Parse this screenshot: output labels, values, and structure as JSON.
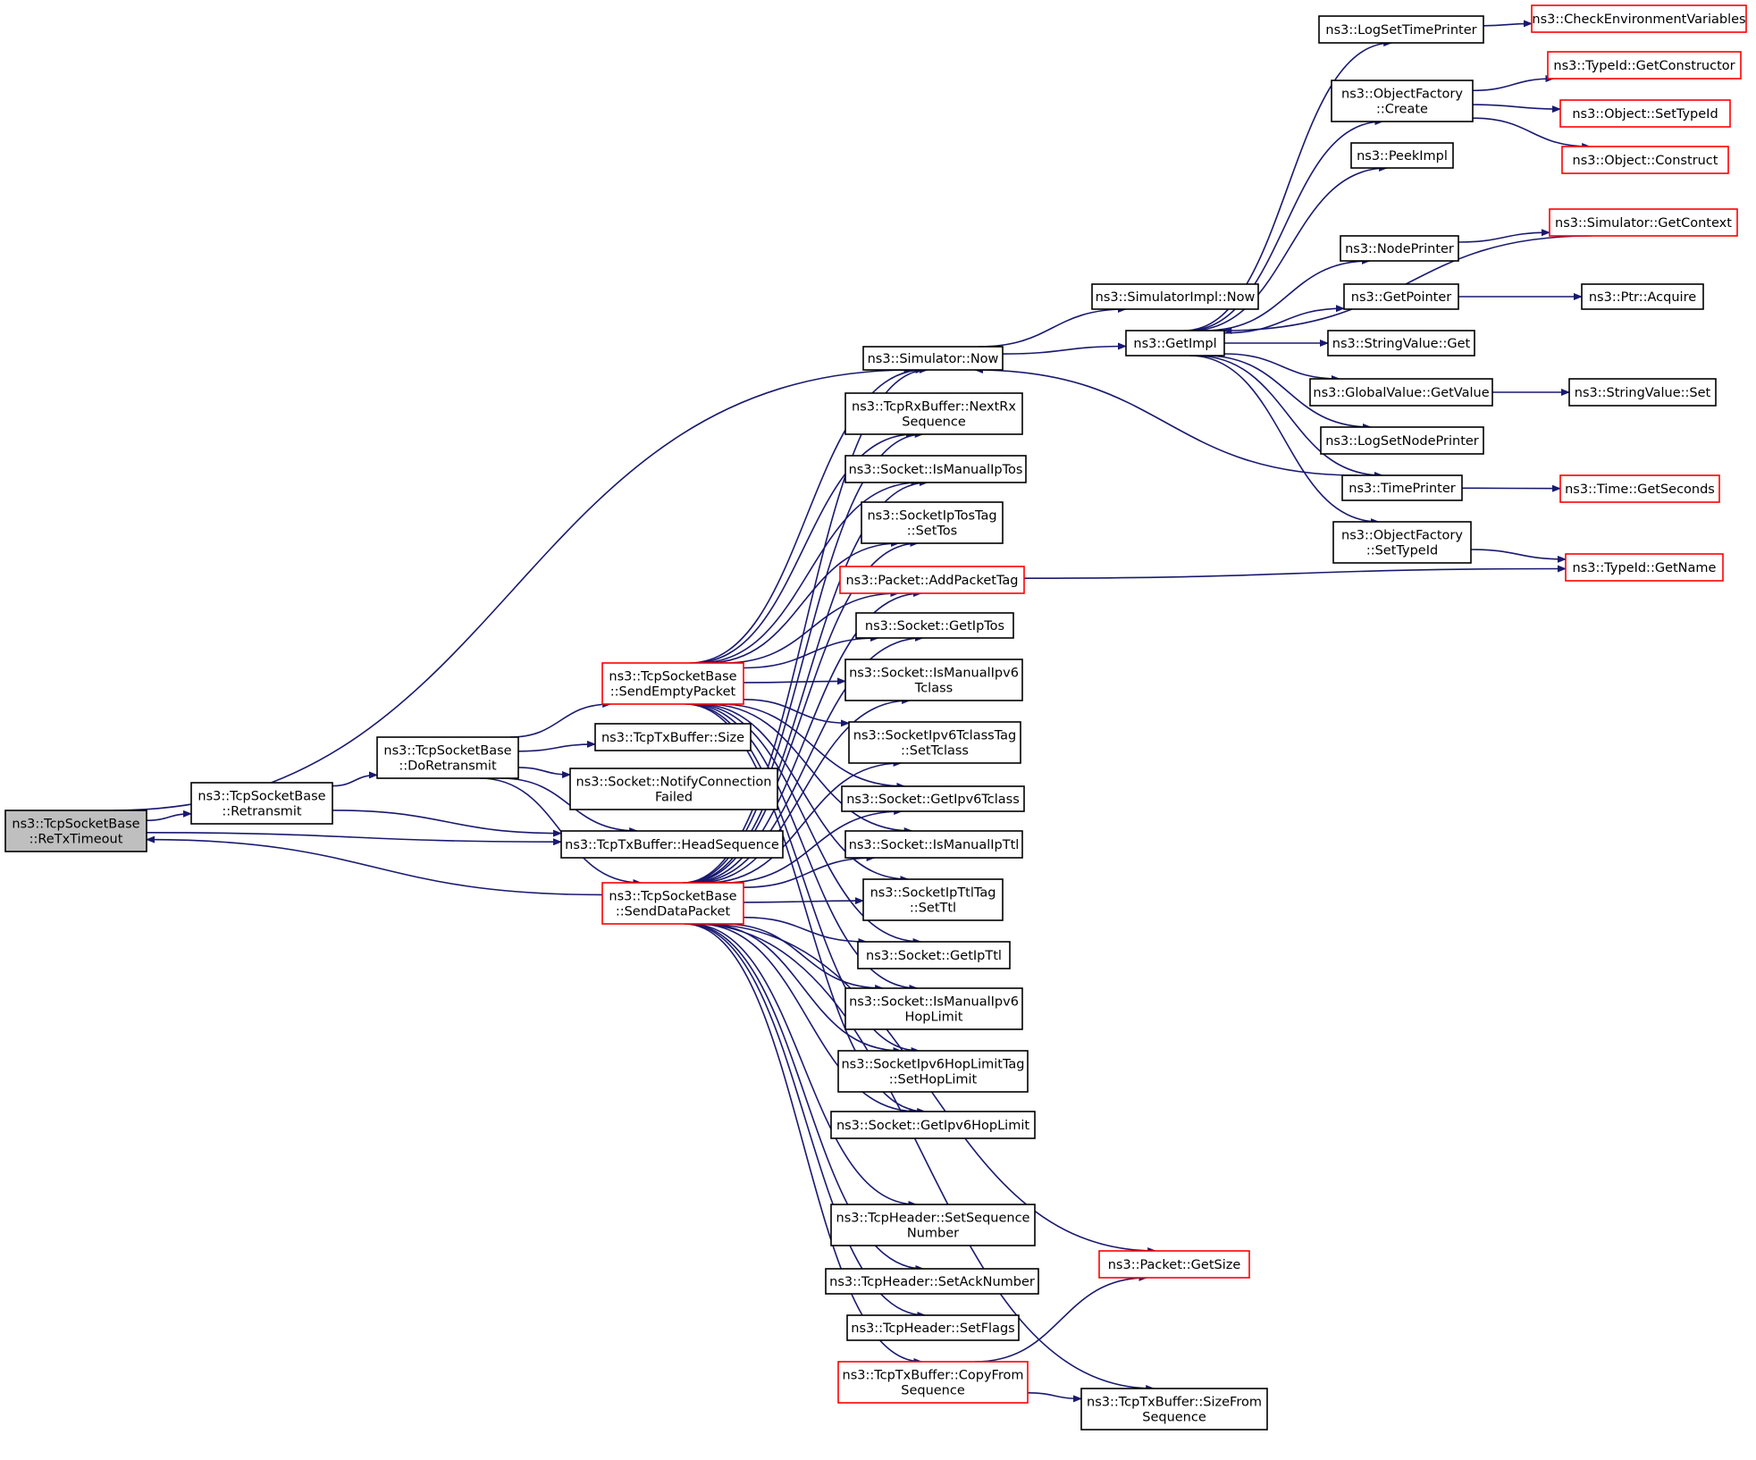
{
  "colors": {
    "edge": "#191970",
    "documented_border": "#000000",
    "undocumented_border": "#ff0000",
    "root_fill": "#bfbfbf"
  },
  "nodes": {
    "retx_timeout": {
      "lines": [
        "ns3::TcpSocketBase",
        "::ReTxTimeout"
      ],
      "style": "root"
    },
    "retransmit": {
      "lines": [
        "ns3::TcpSocketBase",
        "::Retransmit"
      ],
      "style": "normal"
    },
    "do_retransmit": {
      "lines": [
        "ns3::TcpSocketBase",
        "::DoRetransmit"
      ],
      "style": "normal"
    },
    "send_empty_packet": {
      "lines": [
        "ns3::TcpSocketBase",
        "::SendEmptyPacket"
      ],
      "style": "undoc"
    },
    "send_data_packet": {
      "lines": [
        "ns3::TcpSocketBase",
        "::SendDataPacket"
      ],
      "style": "undoc"
    },
    "txbuffer_size": {
      "lines": [
        "ns3::TcpTxBuffer::Size"
      ],
      "style": "normal"
    },
    "notify_connection_failed": {
      "lines": [
        "ns3::Socket::NotifyConnection",
        "Failed"
      ],
      "style": "normal"
    },
    "head_sequence": {
      "lines": [
        "ns3::TcpTxBuffer::HeadSequence"
      ],
      "style": "normal"
    },
    "simulator_now": {
      "lines": [
        "ns3::Simulator::Now"
      ],
      "style": "normal"
    },
    "rxbuffer_nextrx": {
      "lines": [
        "ns3::TcpRxBuffer::NextRx",
        "Sequence"
      ],
      "style": "normal"
    },
    "is_manual_iptos": {
      "lines": [
        "ns3::Socket::IsManualIpTos"
      ],
      "style": "normal"
    },
    "iptostag_settos": {
      "lines": [
        "ns3::SocketIpTosTag",
        "::SetTos"
      ],
      "style": "normal"
    },
    "add_packet_tag": {
      "lines": [
        "ns3::Packet::AddPacketTag"
      ],
      "style": "undoc"
    },
    "get_iptos": {
      "lines": [
        "ns3::Socket::GetIpTos"
      ],
      "style": "normal"
    },
    "is_manual_ipv6tclass": {
      "lines": [
        "ns3::Socket::IsManualIpv6",
        "Tclass"
      ],
      "style": "normal"
    },
    "ipv6tclasstag_settclass": {
      "lines": [
        "ns3::SocketIpv6TclassTag",
        "::SetTclass"
      ],
      "style": "normal"
    },
    "get_ipv6tclass": {
      "lines": [
        "ns3::Socket::GetIpv6Tclass"
      ],
      "style": "normal"
    },
    "is_manual_ipttl": {
      "lines": [
        "ns3::Socket::IsManualIpTtl"
      ],
      "style": "normal"
    },
    "ipttltag_setttl": {
      "lines": [
        "ns3::SocketIpTtlTag",
        "::SetTtl"
      ],
      "style": "normal"
    },
    "get_ipttl": {
      "lines": [
        "ns3::Socket::GetIpTtl"
      ],
      "style": "normal"
    },
    "is_manual_ipv6hoplimit": {
      "lines": [
        "ns3::Socket::IsManualIpv6",
        "HopLimit"
      ],
      "style": "normal"
    },
    "ipv6hoplimittag_sethoplimit": {
      "lines": [
        "ns3::SocketIpv6HopLimitTag",
        "::SetHopLimit"
      ],
      "style": "normal"
    },
    "get_ipv6hoplimit": {
      "lines": [
        "ns3::Socket::GetIpv6HopLimit"
      ],
      "style": "normal"
    },
    "tcpheader_setsequence": {
      "lines": [
        "ns3::TcpHeader::SetSequence",
        "Number"
      ],
      "style": "normal"
    },
    "tcpheader_setack": {
      "lines": [
        "ns3::TcpHeader::SetAckNumber"
      ],
      "style": "normal"
    },
    "tcpheader_setflags": {
      "lines": [
        "ns3::TcpHeader::SetFlags"
      ],
      "style": "normal"
    },
    "txbuffer_copyfrom": {
      "lines": [
        "ns3::TcpTxBuffer::CopyFrom",
        "Sequence"
      ],
      "style": "undoc"
    },
    "packet_getsize": {
      "lines": [
        "ns3::Packet::GetSize"
      ],
      "style": "undoc"
    },
    "txbuffer_sizefrom": {
      "lines": [
        "ns3::TcpTxBuffer::SizeFrom",
        "Sequence"
      ],
      "style": "normal"
    },
    "simulatorimpl_now": {
      "lines": [
        "ns3::SimulatorImpl::Now"
      ],
      "style": "normal"
    },
    "get_impl": {
      "lines": [
        "ns3::GetImpl"
      ],
      "style": "normal"
    },
    "log_set_time_printer": {
      "lines": [
        "ns3::LogSetTimePrinter"
      ],
      "style": "normal"
    },
    "check_env_vars": {
      "lines": [
        "ns3::CheckEnvironmentVariables"
      ],
      "style": "undoc"
    },
    "object_factory_create": {
      "lines": [
        "ns3::ObjectFactory",
        "::Create"
      ],
      "style": "normal"
    },
    "typeid_getconstructor": {
      "lines": [
        "ns3::TypeId::GetConstructor"
      ],
      "style": "undoc"
    },
    "object_settypeid": {
      "lines": [
        "ns3::Object::SetTypeId"
      ],
      "style": "undoc"
    },
    "object_construct": {
      "lines": [
        "ns3::Object::Construct"
      ],
      "style": "undoc"
    },
    "peek_impl": {
      "lines": [
        "ns3::PeekImpl"
      ],
      "style": "normal"
    },
    "simulator_getcontext": {
      "lines": [
        "ns3::Simulator::GetContext"
      ],
      "style": "undoc"
    },
    "node_printer": {
      "lines": [
        "ns3::NodePrinter"
      ],
      "style": "normal"
    },
    "get_pointer": {
      "lines": [
        "ns3::GetPointer"
      ],
      "style": "normal"
    },
    "ptr_acquire": {
      "lines": [
        "ns3::Ptr::Acquire"
      ],
      "style": "normal"
    },
    "stringvalue_get": {
      "lines": [
        "ns3::StringValue::Get"
      ],
      "style": "normal"
    },
    "globalvalue_getvalue": {
      "lines": [
        "ns3::GlobalValue::GetValue"
      ],
      "style": "normal"
    },
    "stringvalue_set": {
      "lines": [
        "ns3::StringValue::Set"
      ],
      "style": "normal"
    },
    "log_set_node_printer": {
      "lines": [
        "ns3::LogSetNodePrinter"
      ],
      "style": "normal"
    },
    "time_printer": {
      "lines": [
        "ns3::TimePrinter"
      ],
      "style": "normal"
    },
    "time_getseconds": {
      "lines": [
        "ns3::Time::GetSeconds"
      ],
      "style": "undoc"
    },
    "object_factory_settypeid": {
      "lines": [
        "ns3::ObjectFactory",
        "::SetTypeId"
      ],
      "style": "normal"
    },
    "typeid_getname": {
      "lines": [
        "ns3::TypeId::GetName"
      ],
      "style": "undoc"
    }
  },
  "edges": [
    [
      "retx_timeout",
      "retransmit"
    ],
    [
      "retx_timeout",
      "simulator_now"
    ],
    [
      "retx_timeout",
      "head_sequence"
    ],
    [
      "retransmit",
      "do_retransmit"
    ],
    [
      "retransmit",
      "head_sequence"
    ],
    [
      "do_retransmit",
      "send_empty_packet"
    ],
    [
      "do_retransmit",
      "txbuffer_size"
    ],
    [
      "do_retransmit",
      "notify_connection_failed"
    ],
    [
      "do_retransmit",
      "head_sequence"
    ],
    [
      "do_retransmit",
      "send_data_packet"
    ],
    [
      "send_data_packet",
      "retx_timeout"
    ],
    [
      "send_empty_packet",
      "simulator_now"
    ],
    [
      "send_empty_packet",
      "rxbuffer_nextrx"
    ],
    [
      "send_empty_packet",
      "is_manual_iptos"
    ],
    [
      "send_empty_packet",
      "iptostag_settos"
    ],
    [
      "send_empty_packet",
      "add_packet_tag"
    ],
    [
      "send_empty_packet",
      "get_iptos"
    ],
    [
      "send_empty_packet",
      "is_manual_ipv6tclass"
    ],
    [
      "send_empty_packet",
      "ipv6tclasstag_settclass"
    ],
    [
      "send_empty_packet",
      "get_ipv6tclass"
    ],
    [
      "send_empty_packet",
      "is_manual_ipttl"
    ],
    [
      "send_empty_packet",
      "ipttltag_setttl"
    ],
    [
      "send_empty_packet",
      "get_ipttl"
    ],
    [
      "send_empty_packet",
      "is_manual_ipv6hoplimit"
    ],
    [
      "send_empty_packet",
      "ipv6hoplimittag_sethoplimit"
    ],
    [
      "send_empty_packet",
      "get_ipv6hoplimit"
    ],
    [
      "send_data_packet",
      "simulator_now"
    ],
    [
      "send_data_packet",
      "rxbuffer_nextrx"
    ],
    [
      "send_data_packet",
      "is_manual_iptos"
    ],
    [
      "send_data_packet",
      "iptostag_settos"
    ],
    [
      "send_data_packet",
      "add_packet_tag"
    ],
    [
      "send_data_packet",
      "get_iptos"
    ],
    [
      "send_data_packet",
      "is_manual_ipv6tclass"
    ],
    [
      "send_data_packet",
      "ipv6tclasstag_settclass"
    ],
    [
      "send_data_packet",
      "get_ipv6tclass"
    ],
    [
      "send_data_packet",
      "is_manual_ipttl"
    ],
    [
      "send_data_packet",
      "ipttltag_setttl"
    ],
    [
      "send_data_packet",
      "get_ipttl"
    ],
    [
      "send_data_packet",
      "is_manual_ipv6hoplimit"
    ],
    [
      "send_data_packet",
      "ipv6hoplimittag_sethoplimit"
    ],
    [
      "send_data_packet",
      "get_ipv6hoplimit"
    ],
    [
      "send_data_packet",
      "tcpheader_setsequence"
    ],
    [
      "send_data_packet",
      "tcpheader_setack"
    ],
    [
      "send_data_packet",
      "tcpheader_setflags"
    ],
    [
      "send_data_packet",
      "txbuffer_copyfrom"
    ],
    [
      "send_data_packet",
      "packet_getsize"
    ],
    [
      "send_data_packet",
      "txbuffer_sizefrom"
    ],
    [
      "txbuffer_copyfrom",
      "packet_getsize"
    ],
    [
      "txbuffer_copyfrom",
      "txbuffer_sizefrom"
    ],
    [
      "add_packet_tag",
      "typeid_getname"
    ],
    [
      "simulator_now",
      "simulatorimpl_now"
    ],
    [
      "simulator_now",
      "get_impl"
    ],
    [
      "get_impl",
      "log_set_time_printer"
    ],
    [
      "get_impl",
      "object_factory_create"
    ],
    [
      "get_impl",
      "peek_impl"
    ],
    [
      "get_impl",
      "node_printer"
    ],
    [
      "get_impl",
      "get_pointer"
    ],
    [
      "get_impl",
      "stringvalue_get"
    ],
    [
      "get_impl",
      "globalvalue_getvalue"
    ],
    [
      "get_impl",
      "log_set_node_printer"
    ],
    [
      "get_impl",
      "time_printer"
    ],
    [
      "get_impl",
      "object_factory_settypeid"
    ],
    [
      "simulator_getcontext",
      "get_impl"
    ],
    [
      "time_printer",
      "simulator_now"
    ],
    [
      "log_set_time_printer",
      "check_env_vars"
    ],
    [
      "object_factory_create",
      "typeid_getconstructor"
    ],
    [
      "object_factory_create",
      "object_settypeid"
    ],
    [
      "object_factory_create",
      "object_construct"
    ],
    [
      "node_printer",
      "simulator_getcontext"
    ],
    [
      "get_pointer",
      "ptr_acquire"
    ],
    [
      "globalvalue_getvalue",
      "stringvalue_set"
    ],
    [
      "time_printer",
      "time_getseconds"
    ],
    [
      "object_factory_settypeid",
      "typeid_getname"
    ]
  ]
}
